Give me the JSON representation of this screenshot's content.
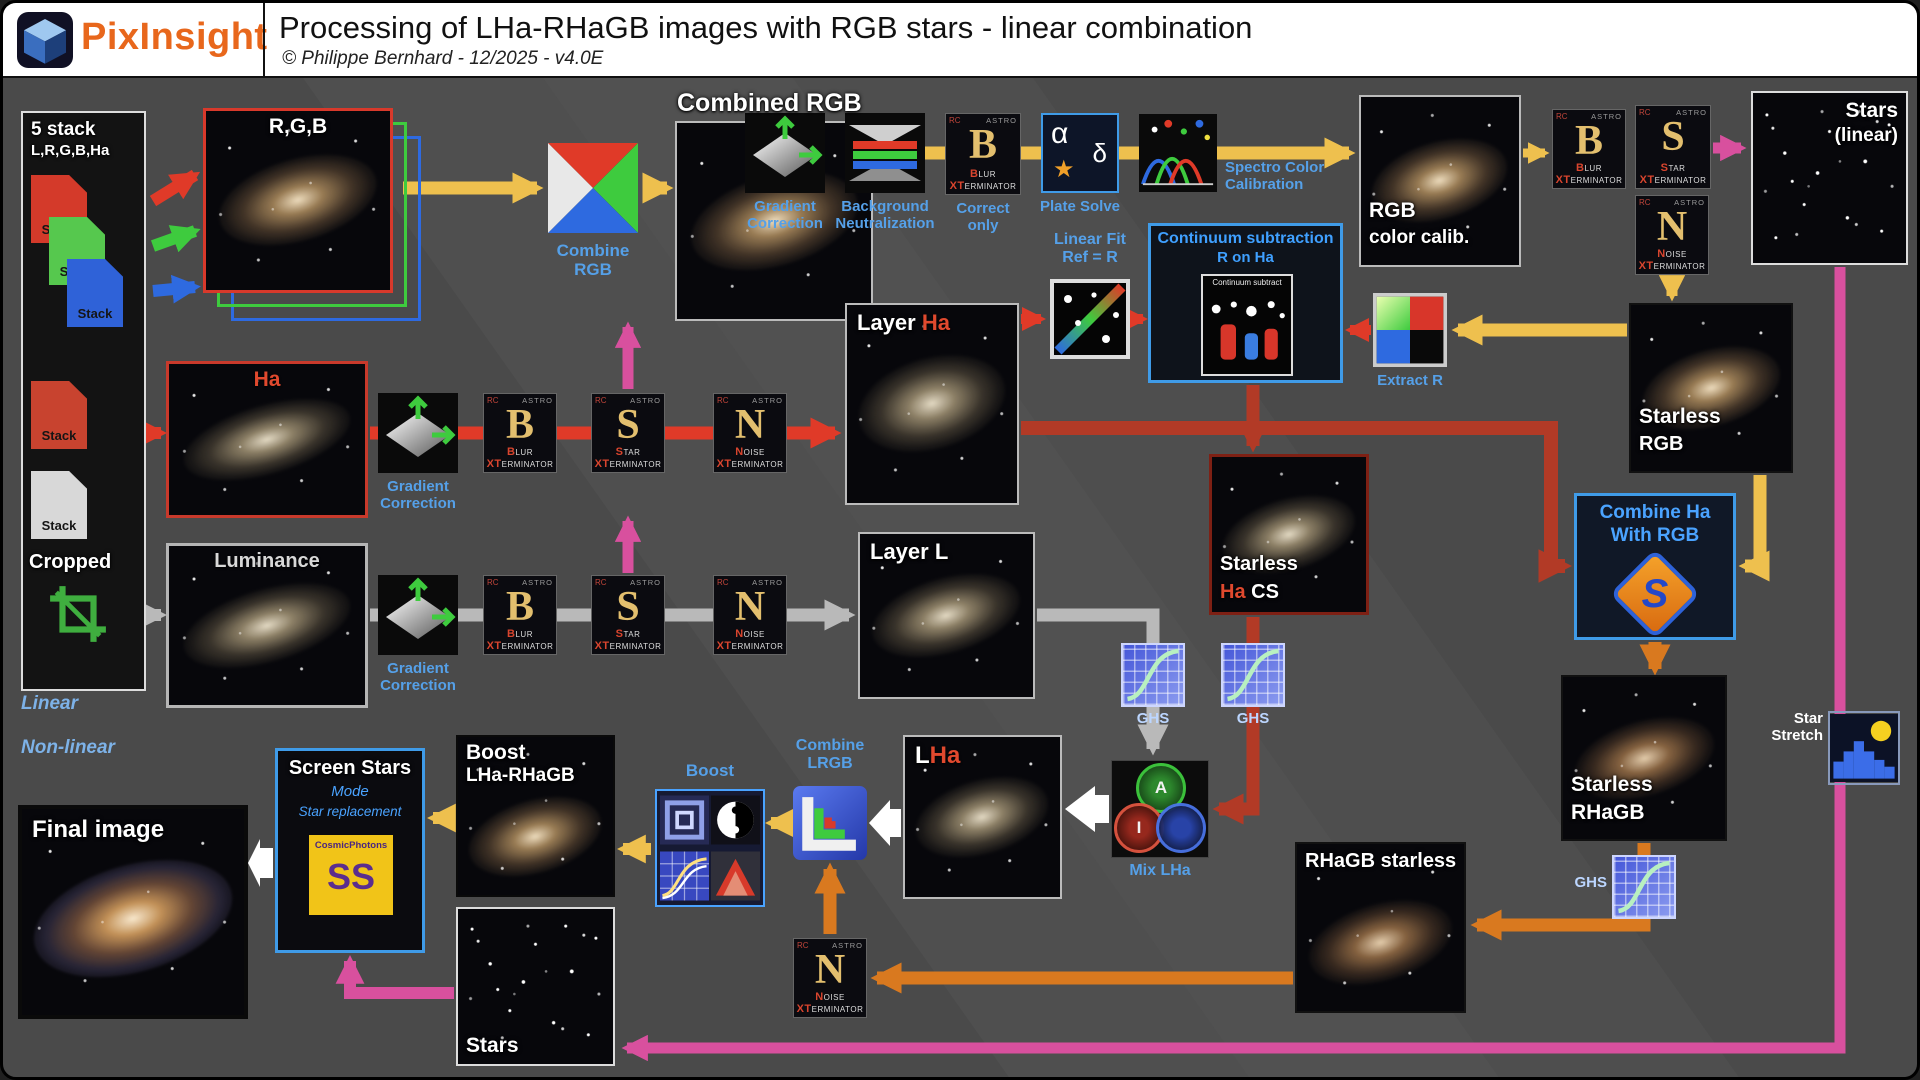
{
  "header": {
    "logo_text": "PixInsight",
    "title": "Processing of LHa-RHaGB images with RGB stars - linear combination",
    "subtitle": "© Philippe Bernhard - 12/2025 - v4.0E"
  },
  "left_panel": {
    "line1": "5 stack",
    "line2": "L,R,G,B,Ha",
    "stack": "Stack",
    "cropped": "Cropped"
  },
  "top_row": {
    "rgb_label": "R,G,B",
    "combine_rgb_l1": "Combine",
    "combine_rgb_l2": "RGB",
    "combined_rgb": "Combined RGB",
    "gradient_l1": "Gradient",
    "gradient_l2": "Correction",
    "backneut_l1": "Background",
    "backneut_l2": "Neutralization",
    "correct_l1": "Correct",
    "correct_l2": "only",
    "plate_solve": "Plate Solve",
    "spcc_l1": "Spectro Color",
    "spcc_l2": "Calibration",
    "rgb_calib_l1": "RGB",
    "rgb_calib_l2": "color calib.",
    "stars_linear_l1": "Stars",
    "stars_linear_l2": "(linear)",
    "starless_rgb_l1": "Starless",
    "starless_rgb_l2": "RGB"
  },
  "ha_row": {
    "ha": "Ha",
    "layer_prefix": "Layer ",
    "layer_ha_suffix": "Ha",
    "linearfit_l1": "Linear Fit",
    "linearfit_l2": "Ref = R",
    "continuum_l1": "Continuum  subtraction",
    "continuum_l2": "R on Ha",
    "continuum_icon": "Continuum subtract",
    "extract_r": "Extract R",
    "starless_l1": "Starless",
    "starless_ha": "Ha",
    "starless_cs": " CS"
  },
  "lum_row": {
    "luminance": "Luminance",
    "layer_l": "Layer L"
  },
  "right_col": {
    "combine_ha_l1": "Combine Ha",
    "combine_ha_l2": "With RGB",
    "combine_s": "S",
    "starless_rhagb_l1": "Starless",
    "starless_rhagb_l2": "RHaGB",
    "star_stretch_l1": "Star",
    "star_stretch_l2": "Stretch"
  },
  "sections": {
    "linear": "Linear",
    "nonlinear": "Non-linear",
    "ghs": "GHS"
  },
  "bottom_row": {
    "final_image": "Final image",
    "screen_stars_title": "Screen Stars",
    "screen_stars_mode": "Mode",
    "screen_stars_sub": "Star replacement",
    "cosmic_brand": "CosmicPhotons",
    "cosmic_ss": "SS",
    "boost_l1": "Boost",
    "boost_l2": "LHa-RHaGB",
    "boost_icons_label": "Boost",
    "combine_lrgb_l1": "Combine",
    "combine_lrgb_l2": "LRGB",
    "lha_l": "L",
    "lha_ha": "Ha",
    "mix_lha": "Mix LHa",
    "mix_a": "A",
    "mix_i": "I",
    "rhagb_starless": "RHaGB starless",
    "stars": "Stars"
  },
  "xt": {
    "rc": "RC",
    "astro": "ASTRO",
    "w2f": "XT",
    "w2r": "ERMINATOR",
    "blur": {
      "letter": "B",
      "w1f": "B",
      "w1r": "LUR"
    },
    "star": {
      "letter": "S",
      "w1f": "S",
      "w1r": "TAR"
    },
    "noise": {
      "letter": "N",
      "w1f": "N",
      "w1r": "OISE"
    }
  },
  "plate": {
    "alpha": "α",
    "delta": "δ",
    "star": "★"
  },
  "colors": {
    "red": "#e03a28",
    "green": "#3ecb3e",
    "blue": "#2e6ae0",
    "yellow": "#eec04e",
    "orange": "#d9791f",
    "brick": "#b23a26",
    "gray": "#b9b9b9",
    "pink": "#d8509e",
    "label_blue": "#55a0e8",
    "logo_orange": "#e8671c"
  }
}
